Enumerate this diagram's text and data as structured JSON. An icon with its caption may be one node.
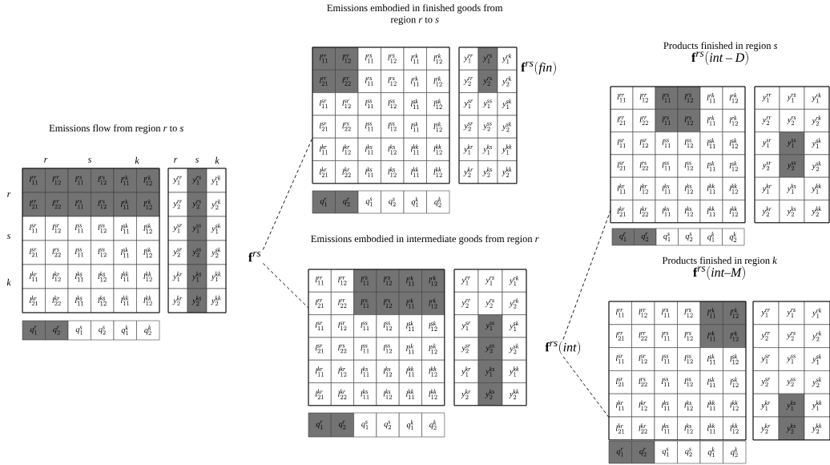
{
  "diagram": {
    "nodes": [
      {
        "text": [
          "Emissions flow from region *r* to *s*"
        ]
      },
      {
        "text": [
          "\\mathbf{f}^{rs}"
        ]
      },
      {
        "text": [
          "Emissions embodied in finished goods from region *r* to *s*"
        ],
        "beside": [
          "\\mathbf{f}^{rs}(fin)"
        ]
      },
      {
        "text": [
          "Emissions embodied in intermediate goods from region *r*"
        ]
      },
      {
        "text": [
          "\\mathbf{f}^{rs}(int)"
        ]
      },
      {
        "text": [
          "Products finished in region *s*",
          "\\mathbf{f}^{rs}(int-D)"
        ]
      },
      {
        "text": [
          "Products finished in region  *k*",
          "\\mathbf{f}^{rs}(int{-}M)"
        ]
      }
    ],
    "edges": [
      {
        "from": 1,
        "to": 2,
        "arrow": "none",
        "style": "dashed"
      },
      {
        "from": 1,
        "to": 3,
        "arrow": "none",
        "style": "dashed"
      },
      {
        "from": 4,
        "to": 5,
        "arrow": "none",
        "style": "dashed"
      },
      {
        "from": 4,
        "to": 6,
        "arrow": "none",
        "style": "dashed"
      }
    ],
    "labels": [
      "r",
      "s",
      "k",
      "r",
      "s",
      "k",
      "r",
      "s",
      "k",
      "l_{11}^{rr}",
      "l_{12}^{rr}",
      "l_{11}^{rs}",
      "l_{12}^{rs}",
      "l_{11}^{rk}",
      "l_{12}^{rk}",
      "l_{21}^{rr}",
      "l_{22}^{rr}",
      "l_{11}^{rs}",
      "l_{12}^{rs}",
      "l_{11}^{rk}",
      "l_{12}^{rk}",
      "l_{11}^{sr}",
      "l_{12}^{sr}",
      "l_{11}^{ss}",
      "l_{12}^{ss}",
      "l_{11}^{sk}",
      "l_{12}^{sk}",
      "l_{21}^{sr}",
      "l_{22}^{rs}",
      "l_{11}^{ss}",
      "l_{12}^{ss}",
      "l_{11}^{sk}",
      "l_{12}^{sk}",
      "l_{11}^{kr}",
      "l_{12}^{kr}",
      "l_{11}^{ks}",
      "l_{12}^{ks}",
      "l_{11}^{kk}",
      "l_{12}^{kk}",
      "l_{21}^{kr}",
      "l_{22}^{kr}",
      "l_{11}^{ks}",
      "l_{12}^{ks}",
      "l_{11}^{kk}",
      "l_{12}^{kk}",
      "y_1^{rr}",
      "y_1^{rs}",
      "y_1^{rk}",
      "y_2^{rr}",
      "y_2^{rs}",
      "y_2^{rk}",
      "y_1^{sr}",
      "y_1^{ss}",
      "y_1^{sk}",
      "y_2^{sr}",
      "y_2^{ss}",
      "y_2^{sk}",
      "y_1^{kr}",
      "y_1^{ks}",
      "y_1^{kk}",
      "y_2^{kr}",
      "y_2^{ks}",
      "y_2^{kk}",
      "q_1^r",
      "q_2^r",
      "q_1^s",
      "q_2^s",
      "q_1^k",
      "q_2^k",
      "l_{11}^{rr}",
      "l_{12}^{rr}",
      "l_{11}^{rs}",
      "l_{12}^{rs}",
      "l_{11}^{rk}",
      "l_{12}^{rk}",
      "l_{21}^{rr}",
      "l_{22}^{rr}",
      "l_{11}^{rs}",
      "l_{12}^{rs}",
      "l_{11}^{rk}",
      "l_{12}^{rk}",
      "l_{11}^{sr}",
      "l_{12}^{sr}",
      "l_{11}^{ss}",
      "l_{12}^{ss}",
      "l_{11}^{sk}",
      "l_{12}^{sk}",
      "l_{21}^{sr}",
      "l_{22}^{rs}",
      "l_{11}^{ss}",
      "l_{12}^{ss}",
      "l_{11}^{sk}",
      "l_{12}^{sk}",
      "l_{11}^{kr}",
      "l_{12}^{kr}",
      "l_{11}^{ks}",
      "l_{12}^{ks}",
      "l_{11}^{kk}",
      "l_{12}^{kk}",
      "l_{21}^{kr}",
      "l_{22}^{kr}",
      "l_{11}^{ks}",
      "l_{12}^{ks}",
      "l_{11}^{kk}",
      "l_{12}^{kk}",
      "y_1^{rr}",
      "y_1^{rs}",
      "y_1^{rk}",
      "y_2^{rr}",
      "y_2^{rs}",
      "y_2^{rk}",
      "y_1^{sr}",
      "y_1^{ss}",
      "y_1^{sk}",
      "y_2^{sr}",
      "y_2^{ss}",
      "y_2^{sk}",
      "y_1^{kr}",
      "y_1^{ks}",
      "y_1^{kk}",
      "y_2^{kr}",
      "y_2^{ks}",
      "y_2^{kk}",
      "q_1^r",
      "q_2^r",
      "q_1^s",
      "q_2^s",
      "q_1^k",
      "q_2^k",
      "l_{11}^{rr}",
      "l_{12}^{rr}",
      "l_{11}^{rs}",
      "l_{12}^{rs}",
      "l_{11}^{rk}",
      "l_{12}^{rk}",
      "l_{21}^{rr}",
      "l_{22}^{rr}",
      "l_{11}^{rs}",
      "l_{12}^{rs}",
      "l_{11}^{rk}",
      "l_{12}^{rk}",
      "l_{11}^{sr}",
      "l_{12}^{sr}",
      "l_{11}^{ss}",
      "l_{12}^{ss}",
      "l_{11}^{sk}",
      "l_{12}^{sk}",
      "l_{21}^{sr}",
      "l_{22}^{rs}",
      "l_{11}^{ss}",
      "l_{12}^{ss}",
      "l_{11}^{sk}",
      "l_{12}^{sk}",
      "l_{11}^{kr}",
      "l_{12}^{kr}",
      "l_{11}^{ks}",
      "l_{12}^{ks}",
      "l_{11}^{kk}",
      "l_{12}^{kk}",
      "l_{21}^{kr}",
      "l_{22}^{kr}",
      "l_{11}^{ks}",
      "l_{12}^{ks}",
      "l_{11}^{kk}",
      "l_{12}^{kk}",
      "y_1^{rr}",
      "y_1^{rs}",
      "y_1^{rk}",
      "y_2^{rr}",
      "y_2^{rs}",
      "y_2^{rk}",
      "y_1^{sr}",
      "y_1^{ss}",
      "y_1^{sk}",
      "y_2^{sr}",
      "y_2^{ss}",
      "y_2^{sk}",
      "y_1^{kr}",
      "y_1^{ks}",
      "y_1^{kk}",
      "y_2^{kr}",
      "y_2^{ks}",
      "y_2^{kk}",
      "q_1^r",
      "q_2^r",
      "q_1^s",
      "q_2^s",
      "q_1^k",
      "q_2^k",
      "l_{11}^{rr}",
      "l_{12}^{rr}",
      "l_{11}^{rs}",
      "l_{12}^{rs}",
      "l_{11}^{rk}",
      "l_{12}^{rk}",
      "l_{21}^{rr}",
      "l_{22}^{rr}",
      "l_{11}^{rs}",
      "l_{12}^{rs}",
      "l_{11}^{rk}",
      "l_{12}^{rk}",
      "l_{11}^{sr}",
      "l_{12}^{sr}",
      "l_{11}^{ss}",
      "l_{12}^{ss}",
      "l_{11}^{sk}",
      "l_{12}^{sk}",
      "l_{21}^{sr}",
      "l_{22}^{rs}",
      "l_{11}^{ss}",
      "l_{12}^{ss}",
      "l_{11}^{sk}",
      "l_{12}^{sk}",
      "l_{11}^{kr}",
      "l_{12}^{kr}",
      "l_{11}^{ks}",
      "l_{12}^{ks}",
      "l_{11}^{kk}",
      "l_{12}^{kk}",
      "l_{21}^{kr}",
      "l_{22}^{kr}",
      "l_{11}^{ks}",
      "l_{12}^{ks}",
      "l_{11}^{kk}",
      "l_{12}^{kk}",
      "y_1^{rr}",
      "y_1^{rs}",
      "y_1^{rk}",
      "y_2^{rr}",
      "y_2^{rs}",
      "y_2^{rk}",
      "y_1^{sr}",
      "y_1^{ss}",
      "y_1^{sk}",
      "y_2^{sr}",
      "y_2^{ss}",
      "y_2^{sk}",
      "y_1^{kr}",
      "y_1^{ks}",
      "y_1^{kk}",
      "y_2^{kr}",
      "y_2^{ks}",
      "y_2^{kk}",
      "q_1^r",
      "q_2^r",
      "q_1^s",
      "q_2^s",
      "q_1^k",
      "q_2^k",
      "l_{11}^{rr}",
      "l_{12}^{rr}",
      "l_{11}^{rs}",
      "l_{12}^{rs}",
      "l_{11}^{rk}",
      "l_{12}^{rk}",
      "l_{21}^{rr}",
      "l_{22}^{rr}",
      "l_{11}^{rs}",
      "l_{12}^{rs}",
      "l_{11}^{rk}",
      "l_{12}^{rk}",
      "l_{11}^{sr}",
      "l_{12}^{sr}",
      "l_{11}^{ss}",
      "l_{12}^{ss}",
      "l_{11}^{sk}",
      "l_{12}^{sk}",
      "l_{21}^{sr}",
      "l_{22}^{rs}",
      "l_{11}^{ss}",
      "l_{12}^{ss}",
      "l_{11}^{sk}",
      "l_{12}^{sk}",
      "l_{11}^{kr}",
      "l_{12}^{kr}",
      "l_{11}^{ks}",
      "l_{12}^{ks}",
      "l_{11}^{kk}",
      "l_{12}^{kk}",
      "l_{21}^{kr}",
      "l_{22}^{kr}",
      "l_{11}^{ks}",
      "l_{12}^{ks}",
      "l_{11}^{kk}",
      "l_{12}^{kk}",
      "y_1^{rr}",
      "y_1^{rs}",
      "y_1^{rk}",
      "y_2^{rr}",
      "y_2^{rs}",
      "y_2^{rk}",
      "y_1^{sr}",
      "y_1^{ss}",
      "y_1^{sk}",
      "y_2^{sr}",
      "y_2^{ss}",
      "y_2^{sk}",
      "y_1^{kr}",
      "y_1^{ks}",
      "y_1^{kk}",
      "y_2^{kr}",
      "y_2^{ks}",
      "y_2^{kk}",
      "q_1^r",
      "q_2^r",
      "q_1^s",
      "q_2^s",
      "q_1^k",
      "q_2^k"
    ]
  }
}
